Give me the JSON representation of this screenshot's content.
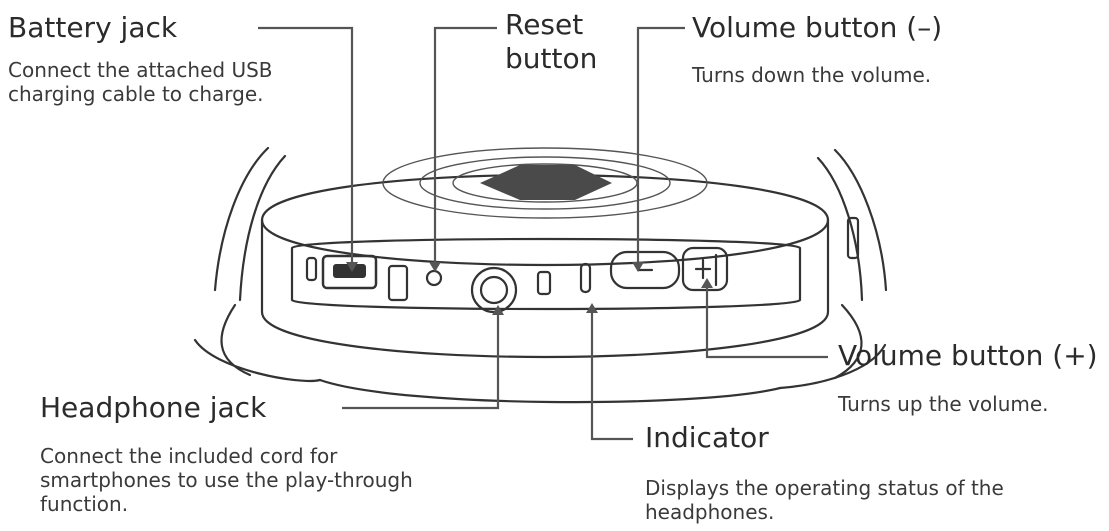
{
  "callouts": {
    "battery_jack": {
      "title": "Battery jack",
      "desc": [
        "Connect the attached USB",
        "charging cable to charge."
      ]
    },
    "reset_button": {
      "title": [
        "Reset",
        "button"
      ]
    },
    "volume_minus": {
      "title": "Volume button (–)",
      "desc": [
        "Turns down the volume."
      ]
    },
    "volume_plus": {
      "title": "Volume button (+)",
      "desc": [
        "Turns up the volume."
      ]
    },
    "headphone_jack": {
      "title": "Headphone jack",
      "desc": [
        "Connect the included cord for",
        "smartphones to use  the play-through",
        "function."
      ]
    },
    "indicator": {
      "title": "Indicator",
      "desc": [
        "Displays the operating status of the",
        "headphones."
      ]
    }
  },
  "colors": {
    "line": "#333333",
    "leader": "#555555",
    "text": "#2b2b2b"
  }
}
